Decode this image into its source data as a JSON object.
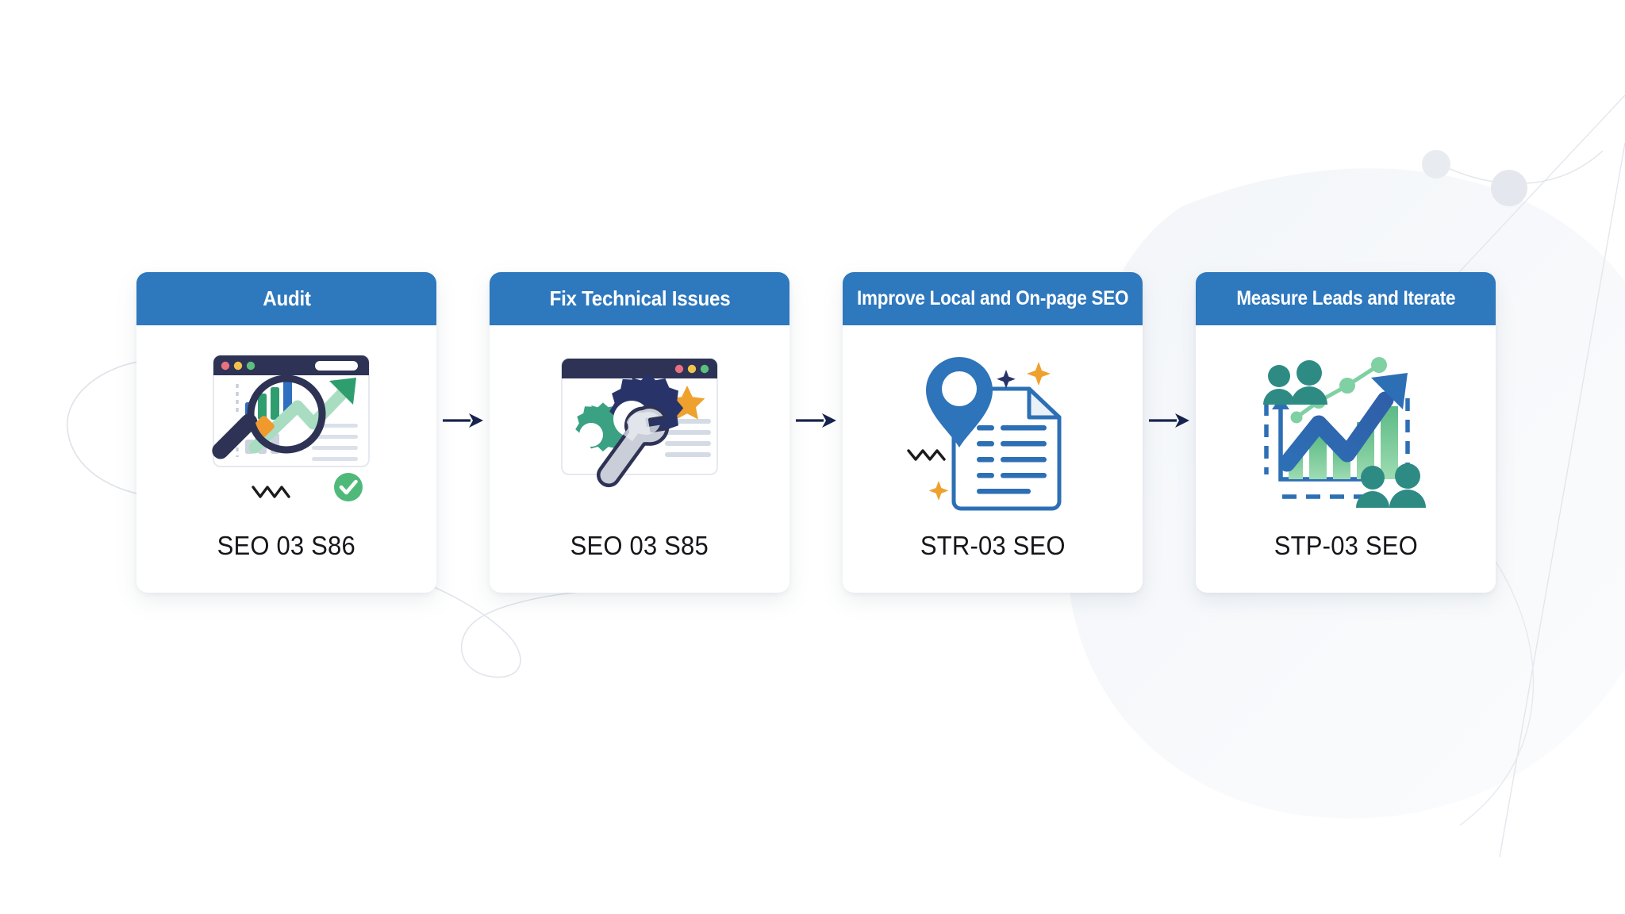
{
  "theme": {
    "header_blue": "#2e78be",
    "arrow_navy": "#18234d",
    "caption_color": "#15161a",
    "page_background": "#ffffff"
  },
  "flow": {
    "connector_icon": "arrow-right-icon",
    "steps": [
      {
        "header": "Audit",
        "caption": "SEO 03 S86",
        "icon_name": "audit-magnifier-dashboard-icon"
      },
      {
        "header": "Fix Technical Issues",
        "caption": "SEO 03 S85",
        "icon_name": "gears-wrench-browser-icon"
      },
      {
        "header": "Improve Local and On-page SEO",
        "caption": "STR-03 SEO",
        "icon_name": "map-pin-document-icon"
      },
      {
        "header": "Measure Leads and Iterate",
        "caption": "STP-03 SEO",
        "icon_name": "growth-chart-people-icon"
      }
    ]
  }
}
